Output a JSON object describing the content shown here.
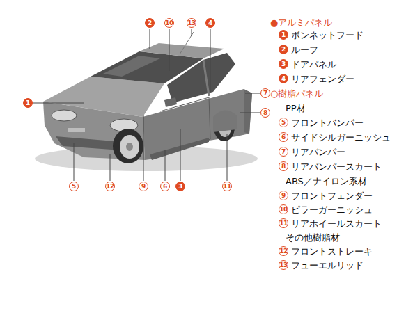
{
  "diagram": {
    "labels": [
      "1",
      "2",
      "10",
      "13",
      "4",
      "7",
      "8",
      "5",
      "12",
      "9",
      "6",
      "3",
      "11",
      "●アルミパネル",
      "1",
      "ボンネットフード",
      "2",
      "ルーフ",
      "3",
      "ドアパネル",
      "4",
      "リアフェンダー",
      "○樹脂パネル",
      "PP材",
      "5",
      "フロントバンパー",
      "6",
      "サイドシルガーニッシュ",
      "7",
      "リアバンパー",
      "8",
      "リアバンパースカート",
      "ABS／ナイロン系材",
      "9",
      "フロントフェンダー",
      "10",
      "ピラーガーニッシュ",
      "11",
      "リアホイールスカート",
      "その他樹脂材",
      "12",
      "フロントストレーキ",
      "13",
      "フューエルリッド"
    ]
  }
}
